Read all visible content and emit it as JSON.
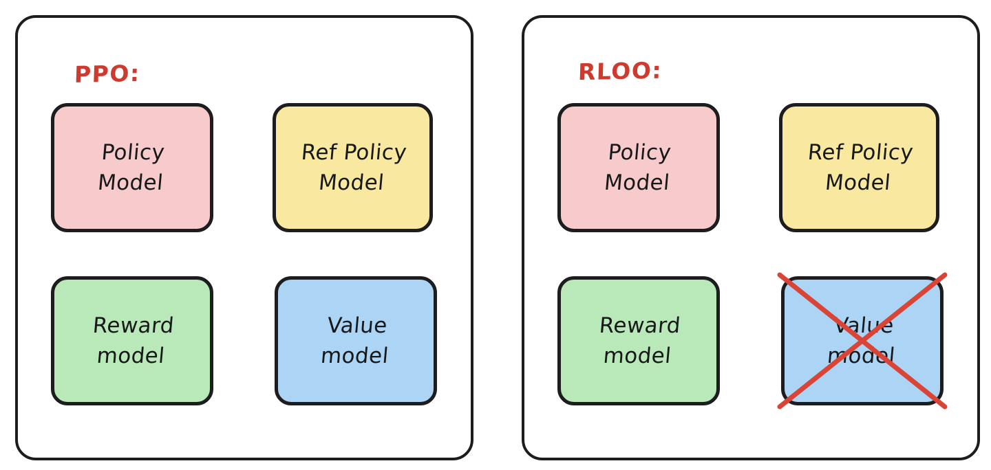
{
  "diagram": {
    "title_color": "#cf3a2e",
    "stroke_color": "#1d1d1f",
    "cross_color": "#d94436",
    "panels": [
      {
        "id": "ppo",
        "title": "PPO:",
        "boxes": [
          {
            "id": "policy",
            "label": "Policy\nModel",
            "color": "#f7cbcb",
            "color_name": "pink",
            "struck": false
          },
          {
            "id": "ref_policy",
            "label": "Ref Policy\nModel",
            "color": "#f8e8a0",
            "color_name": "yellow",
            "struck": false
          },
          {
            "id": "reward",
            "label": "Reward\nmodel",
            "color": "#bae9b9",
            "color_name": "green",
            "struck": false
          },
          {
            "id": "value",
            "label": "Value\nmodel",
            "color": "#abd4f5",
            "color_name": "blue",
            "struck": false
          }
        ]
      },
      {
        "id": "rloo",
        "title": "RLOO:",
        "boxes": [
          {
            "id": "policy",
            "label": "Policy\nModel",
            "color": "#f7cbcb",
            "color_name": "pink",
            "struck": false
          },
          {
            "id": "ref_policy",
            "label": "Ref Policy\nModel",
            "color": "#f8e8a0",
            "color_name": "yellow",
            "struck": false
          },
          {
            "id": "reward",
            "label": "Reward\nmodel",
            "color": "#bae9b9",
            "color_name": "green",
            "struck": false
          },
          {
            "id": "value",
            "label": "Value\nmodel",
            "color": "#abd4f5",
            "color_name": "blue",
            "struck": true
          }
        ]
      }
    ]
  }
}
